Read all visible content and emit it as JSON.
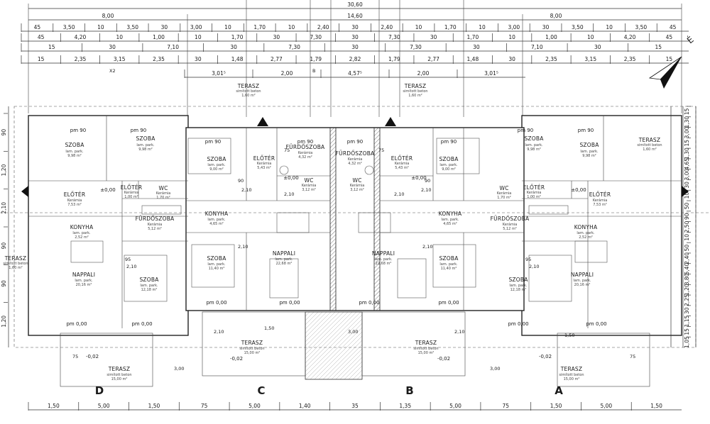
{
  "plan": {
    "dims_top": {
      "total": "30,60",
      "row1": [
        "8,00",
        "14,60",
        "8,00"
      ],
      "row2": [
        "45",
        "3,50",
        "10",
        "3,50",
        "30",
        "3,00",
        "10",
        "1,70",
        "10",
        "2,40",
        "30",
        "2,40",
        "10",
        "1,70",
        "10",
        "3,00",
        "30",
        "3,50",
        "10",
        "3,50",
        "45"
      ],
      "row3": [
        "45",
        "4,20",
        "10",
        "1,00",
        "10",
        "1,70",
        "30",
        "7,30",
        "30",
        "7,30",
        "30",
        "1,70",
        "10",
        "1,00",
        "10",
        "4,20",
        "45"
      ],
      "row4": [
        "15",
        "30",
        "7,10",
        "30",
        "7,30",
        "30",
        "7,30",
        "30",
        "7,10",
        "30",
        "15"
      ],
      "row5": [
        "15",
        "2,35",
        "3,15",
        "2,35",
        "30",
        "1,48",
        "2,77",
        "1,79",
        "2,82",
        "1,79",
        "2,77",
        "1,48",
        "30",
        "2,35",
        "3,15",
        "2,35",
        "15"
      ],
      "row6": [
        "3,01⁵",
        "2,00",
        "4,57⁵",
        "2,00",
        "3,01⁵"
      ]
    },
    "dims_bottom": [
      "1,50",
      "5,00",
      "1,50",
      "75",
      "5,00",
      "1,40",
      "35",
      "1,35",
      "5,00",
      "75",
      "1,50",
      "5,00",
      "1,50"
    ],
    "dims_right": [
      "15",
      "1,30",
      "3,00",
      "15",
      "1,30",
      "4,65",
      "3,00",
      "30",
      "10",
      "50",
      "90",
      "2,50",
      "10",
      "50",
      "2,40",
      "5,40",
      "3,80",
      "1,20",
      "2,25",
      "30",
      "1,15",
      "15",
      "1,05"
    ],
    "dims_left": [
      "90",
      "1,20",
      "2,10",
      "90",
      "90",
      "1,20"
    ],
    "rooms": {
      "szoba_d1": {
        "name": "SZOBA",
        "floor": "lam. park.",
        "area": "9,98 m²"
      },
      "szoba_d2": {
        "name": "SZOBA",
        "floor": "lam. park.",
        "area": "9,98 m²"
      },
      "eloter_d": {
        "name": "ELŐTÉR",
        "floor": "Kerámia",
        "area": "7,53 m²"
      },
      "eloter_d2": {
        "name": "ELŐTÉR",
        "floor": "Kerámia",
        "area": "1,00 m²"
      },
      "wc_d": {
        "name": "WC",
        "floor": "Kerámia",
        "area": "1,70 m²"
      },
      "furdo_d": {
        "name": "FÜRDŐSZOBA",
        "floor": "Kerámia",
        "area": "5,12 m²"
      },
      "konyha_d": {
        "name": "KONYHA",
        "floor": "lam. park.",
        "area": "2,52 m²"
      },
      "nappali_d": {
        "name": "NAPPALI",
        "floor": "lam. park.",
        "area": "20,16 m²"
      },
      "szoba_d3": {
        "name": "SZOBA",
        "floor": "lam. park.",
        "area": "12,18 m²"
      },
      "terasz_dl": {
        "name": "TERASZ",
        "floor": "simított beton",
        "area": "1,60 m²"
      },
      "szoba_c1": {
        "name": "SZOBA",
        "floor": "lam. park.",
        "area": "9,00 m²"
      },
      "eloter_c": {
        "name": "ELŐTÉR",
        "floor": "Kerámia",
        "area": "5,43 m²"
      },
      "furdo_c": {
        "name": "FÜRDŐSZOBA",
        "floor": "Kerámia",
        "area": "4,32 m²"
      },
      "wc_c": {
        "name": "WC",
        "floor": "Kerámia",
        "area": "3,12 m²"
      },
      "konyha_c": {
        "name": "KONYHA",
        "floor": "lam. park.",
        "area": "4,65 m²"
      },
      "szoba_c2": {
        "name": "SZOBA",
        "floor": "lam. park.",
        "area": "11,40 m²"
      },
      "nappali_c": {
        "name": "NAPPALI",
        "floor": "lam. park.",
        "area": "22,68 m²"
      },
      "terasz_c_top": {
        "name": "TERASZ",
        "floor": "simított beton",
        "area": "1,60 m²"
      },
      "terasz_c_bot": {
        "name": "TERASZ",
        "floor": "simított beton",
        "area": "15,00 m²"
      },
      "furdo_b": {
        "name": "FÜRDŐSZOBA",
        "floor": "Kerámia",
        "area": "4,32 m²"
      },
      "eloter_b": {
        "name": "ELŐTÉR",
        "floor": "Kerámia",
        "area": "5,43 m²"
      },
      "szoba_b1": {
        "name": "SZOBA",
        "floor": "lam. park.",
        "area": "9,00 m²"
      },
      "wc_b": {
        "name": "WC",
        "floor": "Kerámia",
        "area": "3,12 m²"
      },
      "konyha_b": {
        "name": "KONYHA",
        "floor": "lam. park.",
        "area": "4,65 m²"
      },
      "nappali_b": {
        "name": "NAPPALI",
        "floor": "lam. park.",
        "area": "22,68 m²"
      },
      "szoba_b2": {
        "name": "SZOBA",
        "floor": "lam. park.",
        "area": "11,40 m²"
      },
      "terasz_b_top": {
        "name": "TERASZ",
        "floor": "simított beton",
        "area": "1,60 m²"
      },
      "terasz_b_bot": {
        "name": "TERASZ",
        "floor": "simított beton",
        "area": "15,00 m²"
      },
      "szoba_a1": {
        "name": "SZOBA",
        "floor": "lam. park.",
        "area": "9,98 m²"
      },
      "szoba_a2": {
        "name": "SZOBA",
        "floor": "lam. park.",
        "area": "9,98 m²"
      },
      "wc_a": {
        "name": "WC",
        "floor": "Kerámia",
        "area": "1,70 m²"
      },
      "eloter_a2": {
        "name": "ELŐTÉR",
        "floor": "Kerámia",
        "area": "1,00 m²"
      },
      "eloter_a": {
        "name": "ELŐTÉR",
        "floor": "Kerámia",
        "area": "7,53 m²"
      },
      "furdo_a": {
        "name": "FÜRDŐSZOBA",
        "floor": "Kerámia",
        "area": "5,12 m²"
      },
      "konyha_a": {
        "name": "KONYHA",
        "floor": "lam. park.",
        "area": "2,52 m²"
      },
      "szoba_a3": {
        "name": "SZOBA",
        "floor": "lam. park.",
        "area": "12,18 m²"
      },
      "nappali_a": {
        "name": "NAPPALI",
        "floor": "lam. park.",
        "area": "20,16 m²"
      },
      "terasz_ar": {
        "name": "TERASZ",
        "floor": "simított beton",
        "area": "1,60 m²"
      },
      "terasz_d_bot": {
        "name": "TERASZ",
        "floor": "simított beton",
        "area": "15,00 m²"
      },
      "terasz_a_bot": {
        "name": "TERASZ",
        "floor": "simított beton",
        "area": "15,00 m²"
      }
    },
    "labels": {
      "pm90": "pm 90",
      "pm000": "pm 0,00",
      "pm0": "±0,00",
      "minus002": "-0,02",
      "door_210": "2,10",
      "door_90": "90",
      "door_75": "75",
      "door_95": "95",
      "axis_b": "B",
      "axis_x": "X2",
      "bottom_300": "3,00",
      "sec_1": "1,50",
      "sec_2": "2,10",
      "sec_3": "75",
      "north": "É"
    },
    "units": [
      "D",
      "C",
      "B",
      "A"
    ]
  }
}
